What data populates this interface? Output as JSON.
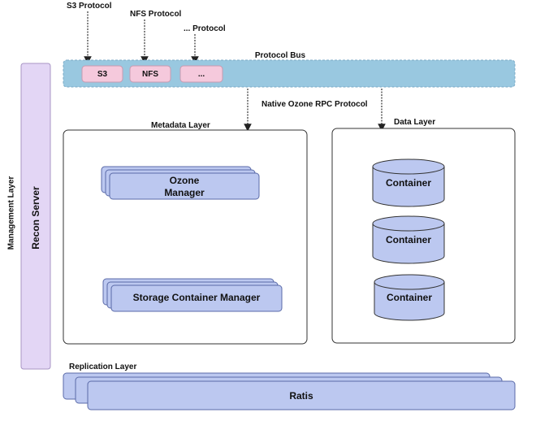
{
  "protocols": {
    "s3_label": "S3 Protocol",
    "nfs_label": "NFS Protocol",
    "other_label": "... Protocol",
    "bus_label": "Protocol Bus",
    "boxes": [
      "S3",
      "NFS",
      "..."
    ]
  },
  "rpc_label": "Native Ozone RPC Protocol",
  "management": {
    "layer_label": "Management Layer",
    "server_label": "Recon Server"
  },
  "metadata": {
    "layer_label": "Metadata Layer",
    "ozone_manager_line1": "Ozone",
    "ozone_manager_line2": "Manager",
    "scm_label": "Storage Container Manager"
  },
  "data_layer": {
    "layer_label": "Data Layer",
    "containers": [
      "Container",
      "Container",
      "Container"
    ]
  },
  "replication": {
    "layer_label": "Replication Layer",
    "ratis_label": "Ratis"
  },
  "colors": {
    "bus": "#99c8e0",
    "protocol_box": "#f5c9dc",
    "manager_box": "#bcc8f0",
    "recon": "#e3d6f5"
  }
}
